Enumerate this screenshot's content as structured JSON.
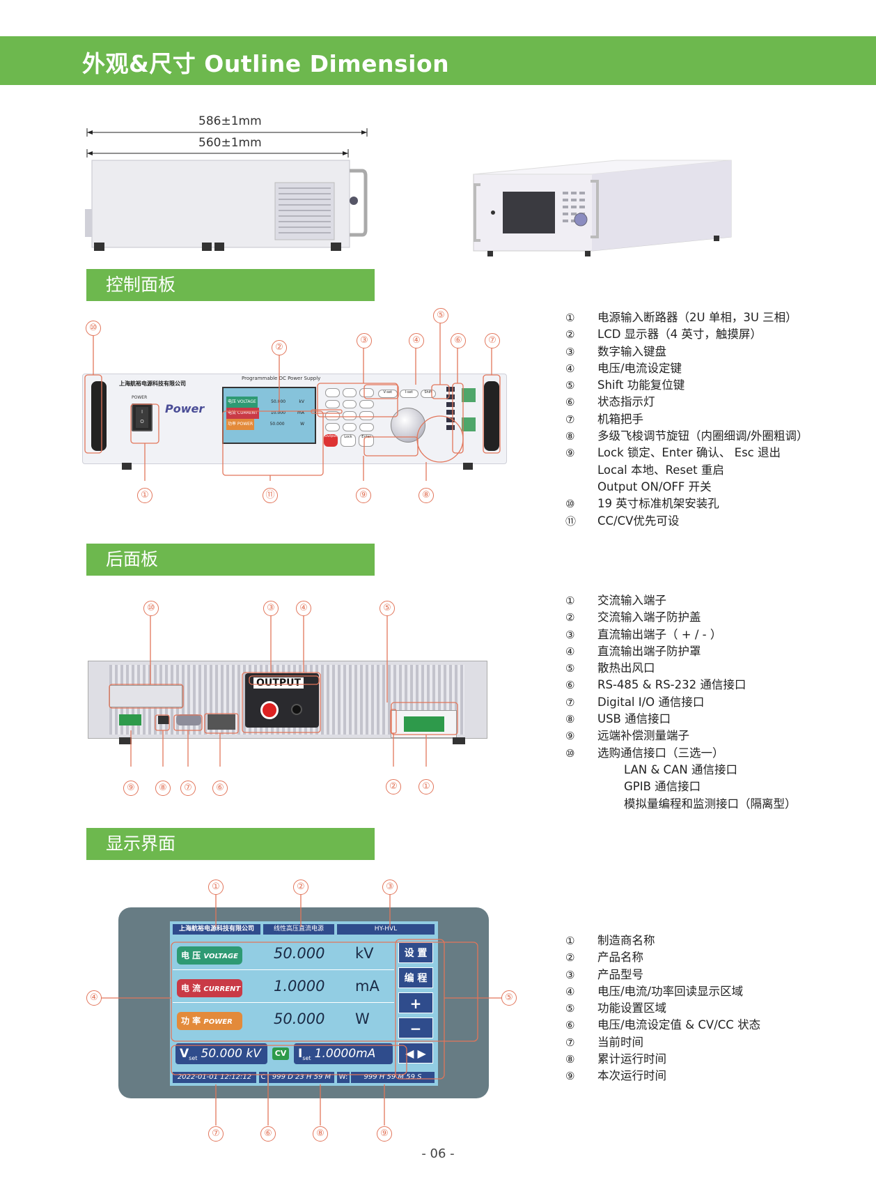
{
  "header": {
    "title": "外观&尺寸  Outline Dimension"
  },
  "dimensions": {
    "outer": "586±1mm",
    "inner": "560±1mm"
  },
  "sections": {
    "front": "控制面板",
    "rear": "后面板",
    "display": "显示界面"
  },
  "markers": {
    "n1": "①",
    "n2": "②",
    "n3": "③",
    "n4": "④",
    "n5": "⑤",
    "n6": "⑥",
    "n7": "⑦",
    "n8": "⑧",
    "n9": "⑨",
    "n10": "⑩",
    "n11": "⑪"
  },
  "front_panel": {
    "company": "上海航裕电源科技有限公司",
    "title": "Programmable DC Power Supply",
    "brand": "Power",
    "power_label": "POWER",
    "lcd_rows": [
      {
        "label": "电压 VOLTAGE",
        "value": "50.000",
        "unit": "kV"
      },
      {
        "label": "电流 CURRENT",
        "value": "10.000",
        "unit": "mA"
      },
      {
        "label": "功率 POWER",
        "value": "50.000",
        "unit": "W"
      }
    ],
    "keys": [
      "Output",
      "Lock",
      "Enter",
      "V-set",
      "I-set",
      "Shift"
    ]
  },
  "front_list": [
    {
      "n": "①",
      "t": "电源输入断路器（2U 单相，3U 三相）"
    },
    {
      "n": "②",
      "t": "LCD 显示器（4 英寸，触摸屏）"
    },
    {
      "n": "③",
      "t": "数字输入键盘"
    },
    {
      "n": "④",
      "t": "电压/电流设定键"
    },
    {
      "n": "⑤",
      "t": "Shift 功能复位键"
    },
    {
      "n": "⑥",
      "t": "状态指示灯"
    },
    {
      "n": "⑦",
      "t": "机箱把手"
    },
    {
      "n": "⑧",
      "t": "多级飞梭调节旋钮（内圈细调/外圈粗调）"
    },
    {
      "n": "⑨",
      "t": "Lock 锁定、Enter 确认、 Esc 退出"
    },
    {
      "n": "",
      "t": "Local 本地、Reset 重启"
    },
    {
      "n": "",
      "t": "Output ON/OFF 开关"
    },
    {
      "n": "⑩",
      "t": "19 英寸标准机架安装孔"
    },
    {
      "n": "⑪",
      "t": "CC/CV优先可设"
    }
  ],
  "rear_panel": {
    "output_label": "OUTPUT"
  },
  "rear_list": [
    {
      "n": "①",
      "t": "交流输入端子",
      "lvl": 0
    },
    {
      "n": "②",
      "t": "交流输入端子防护盖",
      "lvl": 0
    },
    {
      "n": "③",
      "t": "直流输出端子（ + / - ）",
      "lvl": 0
    },
    {
      "n": "④",
      "t": "直流输出端子防护罩",
      "lvl": 0
    },
    {
      "n": "⑤",
      "t": "散热出风口",
      "lvl": 0
    },
    {
      "n": "⑥",
      "t": "RS-485 & RS-232 通信接口",
      "lvl": 0
    },
    {
      "n": "⑦",
      "t": "Digital I/O 通信接口",
      "lvl": 0
    },
    {
      "n": "⑧",
      "t": "USB 通信接口",
      "lvl": 0
    },
    {
      "n": "⑨",
      "t": "远端补偿测量端子",
      "lvl": 0
    },
    {
      "n": "⑩",
      "t": "选购通信接口（三选一）",
      "lvl": 0
    },
    {
      "n": "",
      "t": "LAN &  CAN 通信接口",
      "lvl": 2
    },
    {
      "n": "",
      "t": "GPIB 通信接口",
      "lvl": 2
    },
    {
      "n": "",
      "t": "模拟量编程和监测接口（隔离型）",
      "lvl": 2
    }
  ],
  "screen": {
    "company": "上海航裕电源科技有限公司",
    "product": "线性高压直流电源",
    "model": "HY-HVL",
    "rows": [
      {
        "cn": "电 压",
        "en": "VOLTAGE",
        "value": "50.000",
        "unit": "kV",
        "color": "#2e9a73"
      },
      {
        "cn": "电 流",
        "en": "CURRENT",
        "value": "1.0000",
        "unit": "mA",
        "color": "#c93a46"
      },
      {
        "cn": "功 率",
        "en": "POWER",
        "value": "50.000",
        "unit": "W",
        "color": "#e38a3a"
      }
    ],
    "buttons": [
      "设 置",
      "编 程",
      "+",
      "−",
      "◀  ▶"
    ],
    "vset_label": "V",
    "vset_sub": "set",
    "vset_value": "50.000 kV",
    "mode": "CV",
    "iset_label": "I",
    "iset_sub": "set",
    "iset_value": "1.0000mA",
    "date": "2022-01-01  12:12:12",
    "c_label": "C",
    "c_time": "999 D 23 H 59 M",
    "w_label": "W:",
    "w_time": "999 H 59 M 59 S"
  },
  "screen_list": [
    {
      "n": "①",
      "t": "制造商名称"
    },
    {
      "n": "②",
      "t": "产品名称"
    },
    {
      "n": "③",
      "t": "产品型号"
    },
    {
      "n": "④",
      "t": "电压/电流/功率回读显示区域"
    },
    {
      "n": "⑤",
      "t": "功能设置区域"
    },
    {
      "n": "⑥",
      "t": "电压/电流设定值 & CV/CC 状态"
    },
    {
      "n": "⑦",
      "t": "当前时间"
    },
    {
      "n": "⑧",
      "t": "累计运行时间"
    },
    {
      "n": "⑨",
      "t": "本次运行时间"
    }
  ],
  "page_number": "- 06 -"
}
